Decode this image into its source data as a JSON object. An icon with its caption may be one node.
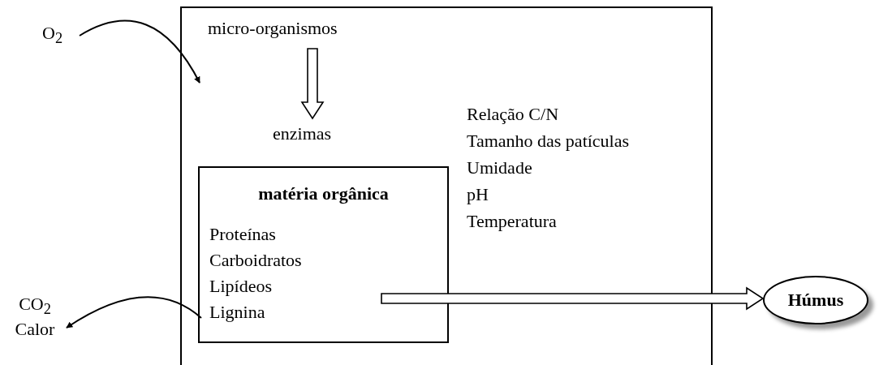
{
  "diagram": {
    "nodes": [
      {
        "text": [
          "Relação C/N",
          "Tamanho das patículas",
          "Umidade",
          "pH",
          "Temperatura"
        ]
      },
      {
        "text": [
          "O$_{2}$"
        ]
      },
      {
        "text": [
          "micro-organismos"
        ],
        "in": 0
      },
      {
        "text": [
          "enzimas"
        ],
        "in": 0
      },
      {
        "text": [
          "matéria orgânica",
          "Proteínas",
          "Carboidratos",
          "Lipídeos",
          "Lignina"
        ],
        "in": 0
      },
      {
        "text": [
          "CO$_{2}$",
          "Calor"
        ]
      },
      {
        "text": [
          "Húmus"
        ]
      }
    ],
    "edges": [
      {
        "from": 1,
        "to": 0,
        "arrow": "to"
      },
      {
        "from": 2,
        "to": 3,
        "arrow": "to",
        "style": "thick"
      },
      {
        "from": 4,
        "to": 5,
        "arrow": "to"
      },
      {
        "from": 4,
        "to": 6,
        "arrow": "to",
        "style": "thick"
      }
    ]
  }
}
